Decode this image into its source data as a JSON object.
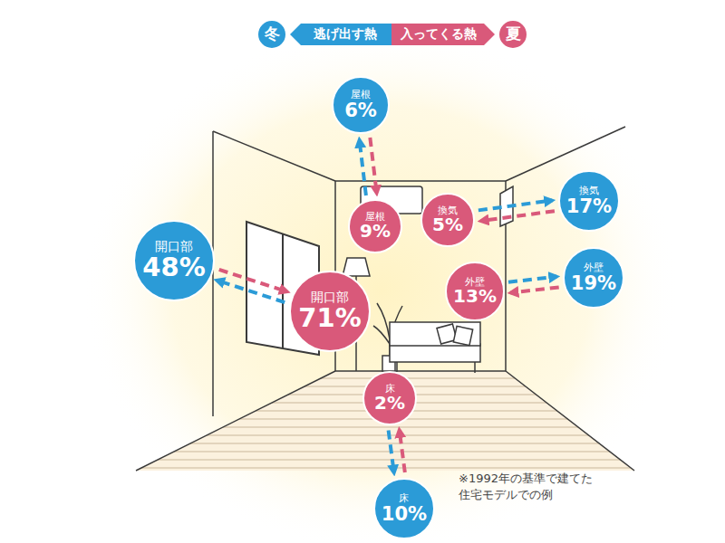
{
  "diagram": {
    "nodes": [
      {
        "text": [
          "冬"
        ]
      },
      {
        "text": [
          "夏"
        ]
      },
      {
        "text": [
          "屋根",
          "6%"
        ]
      },
      {
        "text": [
          "換気",
          "17%"
        ]
      },
      {
        "text": [
          "屋根",
          "9%"
        ]
      },
      {
        "text": [
          "換気",
          "5%"
        ]
      },
      {
        "text": [
          "開口部",
          "48%"
        ]
      },
      {
        "text": [
          "外壁",
          "19%"
        ]
      },
      {
        "text": [
          "外壁",
          "13%"
        ]
      },
      {
        "text": [
          "開口部",
          "71%"
        ]
      },
      {
        "text": [
          "床",
          "2%"
        ]
      },
      {
        "text": [
          "床",
          "10%"
        ]
      }
    ],
    "edges": [
      {
        "from": 4,
        "to": 2,
        "arrow": "to"
      },
      {
        "from": 2,
        "to": 4,
        "arrow": "to"
      },
      {
        "from": 5,
        "to": 3,
        "arrow": "to"
      },
      {
        "from": 3,
        "to": 5,
        "arrow": "to"
      },
      {
        "from": 9,
        "to": 6,
        "arrow": "to"
      },
      {
        "from": 6,
        "to": 9,
        "arrow": "to"
      },
      {
        "from": 8,
        "to": 7,
        "arrow": "to"
      },
      {
        "from": 7,
        "to": 8,
        "arrow": "to"
      },
      {
        "from": 10,
        "to": 11,
        "arrow": "to"
      },
      {
        "from": 11,
        "to": 10,
        "arrow": "to"
      }
    ],
    "labels": [
      "※1992年の基準で建てた 住宅モデルでの例"
    ],
    "legend": [
      {
        "text": "逃げ出す熱",
        "color": "#2b9bd7"
      },
      {
        "text": "入ってくる熱",
        "color": "#d9597a"
      }
    ]
  }
}
